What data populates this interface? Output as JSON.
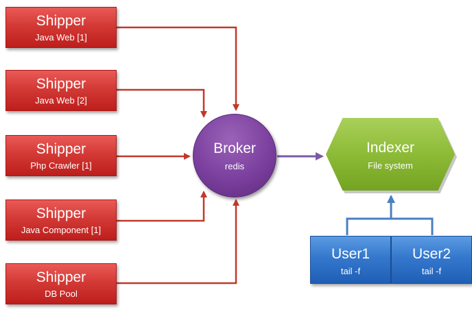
{
  "shippers": [
    {
      "title": "Shipper",
      "subtitle": "Java Web [1]"
    },
    {
      "title": "Shipper",
      "subtitle": "Java Web [2]"
    },
    {
      "title": "Shipper",
      "subtitle": "Php Crawler [1]"
    },
    {
      "title": "Shipper",
      "subtitle": "Java Component [1]"
    },
    {
      "title": "Shipper",
      "subtitle": "DB Pool"
    }
  ],
  "broker": {
    "title": "Broker",
    "subtitle": "redis"
  },
  "indexer": {
    "title": "Indexer",
    "subtitle": "File system"
  },
  "users": [
    {
      "title": "User1",
      "subtitle": "tail -f"
    },
    {
      "title": "User2",
      "subtitle": "tail -f"
    }
  ],
  "colors": {
    "shipper": "#d33a36",
    "broker": "#7b3f9e",
    "indexer": "#8dbb36",
    "user": "#3478cc",
    "shipper_arrow": "#c0392b",
    "broker_arrow": "#7a5aa6",
    "user_arrow": "#4a7fc1"
  }
}
